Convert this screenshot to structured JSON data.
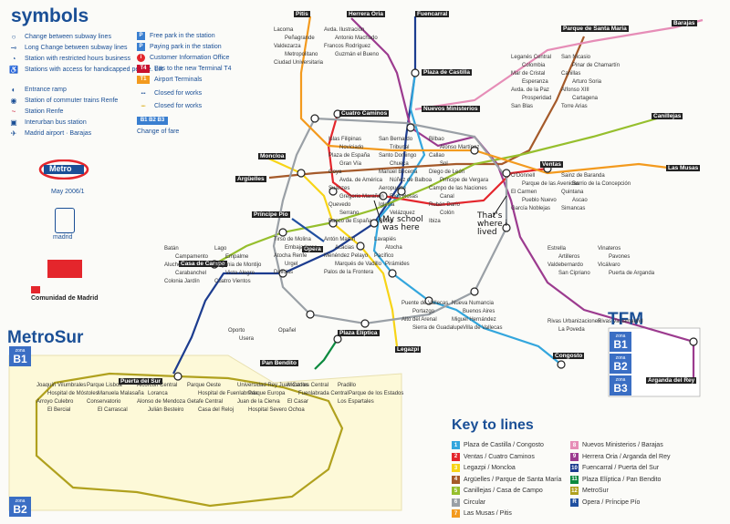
{
  "symbols": {
    "title": "symbols",
    "items": [
      {
        "icon": "station-circle-icon",
        "label": "Change between subway lines"
      },
      {
        "icon": "long-change-icon",
        "label": "Long Change between subway lines"
      },
      {
        "icon": "restricted-hours-icon",
        "label": "Station with restricted hours business"
      },
      {
        "icon": "wheelchair-icon",
        "label": "Stations with access for handicapped people. Lift"
      },
      {
        "icon": "ramp-icon",
        "label": "Entrance ramp"
      },
      {
        "icon": "renfe-circle-icon",
        "label": "Station of commuter trains Renfe"
      },
      {
        "icon": "renfe-logo-icon",
        "label": "Station Renfe"
      },
      {
        "icon": "bus-station-icon",
        "label": "Interurban bus station"
      },
      {
        "icon": "airport-icon",
        "label": "Madrid airport · Barajas"
      }
    ],
    "services": [
      {
        "icon": "P",
        "label": "Free park in the station"
      },
      {
        "icon": "P",
        "label": "Paying park in the station"
      },
      {
        "icon": "i",
        "label": "Customer Information Office"
      },
      {
        "icon": "T4",
        "label": "Bus to the new Terminal T4"
      },
      {
        "icon": "T1",
        "label": "Airport Terminals"
      },
      {
        "icon": "x",
        "label": "Closed for works"
      },
      {
        "icon": "x",
        "label": "Closed for works"
      },
      {
        "icon": "B1 B2 B3",
        "label": "Change of fare"
      }
    ]
  },
  "branding": {
    "metro": "Metro",
    "date": "May 2006/1",
    "madrid": "madrid",
    "comunidad": "Comunidad de Madrid"
  },
  "sections": {
    "metrosur": "MetroSur",
    "tfm": "TFM",
    "key": "Key to lines"
  },
  "zones": {
    "b1": "B1",
    "b2": "B2",
    "b3": "B3",
    "zone_word": "zona"
  },
  "annotations": {
    "school": "My school was here",
    "lived": "That's where i lived"
  },
  "hubs": [
    "Pitis",
    "Herrera Oria",
    "Fuencarral",
    "Parque de Santa María",
    "Barajas",
    "Plaza de Castilla",
    "Nuevos Ministerios",
    "Cuatro Caminos",
    "Moncloa",
    "Argüelles",
    "Príncipe Pío",
    "Opera",
    "Casa de Campo",
    "Ventas",
    "Canillejas",
    "Las Musas",
    "Plaza Elíptica",
    "Legazpi",
    "Pan Bendito",
    "Puerta del Sur",
    "Congosto",
    "Arganda del Rey"
  ],
  "stations": [
    "Lacoma",
    "Avda. Ilustración",
    "Peñagrande",
    "Antonio Machado",
    "Valdezarza",
    "Francos Rodríguez",
    "Metropolitano",
    "Guzmán el Bueno",
    "Ciudad Universitaria",
    "Islas Filipinas",
    "San Bernardo",
    "Bilbao",
    "Noviciado",
    "Tribunal",
    "Alonso Martínez",
    "Plaza de España",
    "Santo Domingo",
    "Callao",
    "Gran Vía",
    "Chueca",
    "Sol",
    "Tirso de Molina",
    "Antón Martín",
    "Lavapiés",
    "Embajadores",
    "Acacias",
    "Atocha",
    "Atocha Renfe",
    "Menéndez Pelayo",
    "Pacífico",
    "Puente de Vallecas",
    "Nueva Numancia",
    "Portazgo",
    "Buenos Aires",
    "Alto del Arenal",
    "Miguel Hernández",
    "Sierra de Guadalupe",
    "Villa de Vallecas",
    "Goya",
    "Manuel Becerra",
    "Diego de León",
    "Avda. de América",
    "Núñez de Balboa",
    "Príncipe de Vergara",
    "O'Donnell",
    "Sainz de Baranda",
    "Estrella",
    "Vinateros",
    "Artilleros",
    "Pavones",
    "Valdebernardo",
    "Vicálvaro",
    "San Cipriano",
    "Puerta de Arganda",
    "Rivas Urbanizaciones",
    "Rivas Vaciamadrid",
    "La Poveda",
    "Batán",
    "Lago",
    "Campamento",
    "Empalme",
    "Aluche",
    "Eugenia de Montijo",
    "Carabanchel",
    "Vista Alegre",
    "Oporto",
    "Opañel",
    "Usera",
    "Urgel",
    "Marqués de Vadillo",
    "Pirámides",
    "Delicias",
    "Palos de la Frontera",
    "Colonia Jardín",
    "Cuatro Vientos",
    "Joaquín Vilumbrales",
    "Parque Lisboa",
    "Alcorcón Central",
    "Parque Oeste",
    "Universidad Rey Juan Carlos",
    "Móstoles Central",
    "Pradillo",
    "Hospital de Móstoles",
    "Manuela Malasaña",
    "Loranca",
    "Hospital de Fuenlabrada",
    "Parque Europa",
    "Fuenlabrada Central",
    "Parque de los Estados",
    "Arroyo Culebro",
    "Conservatorio",
    "Alonso de Mendoza",
    "Getafe Central",
    "Juan de la Cierva",
    "El Casar",
    "Los Espartales",
    "El Bercial",
    "El Carrascal",
    "Julián Besteiro",
    "Casa del Reloj",
    "Hospital Severo Ochoa",
    "Leganés Central",
    "San Nicasio",
    "Colombia",
    "Pinar de Chamartín",
    "Mar de Cristal",
    "Canillas",
    "Esperanza",
    "Arturo Soria",
    "Avda. de la Paz",
    "Alfonso XIII",
    "Prosperidad",
    "Cartagena",
    "Parque de las Avenidas",
    "Barrio de la Concepción",
    "El Carmen",
    "Quintana",
    "Pueblo Nuevo",
    "Ascao",
    "García Noblejas",
    "Simancas",
    "San Blas",
    "Torre Arias",
    "Suanzes",
    "Aeropuerto",
    "Campo de las Naciones",
    "Gregorio Marañón",
    "Ríos Rosas",
    "Canal",
    "Quevedo",
    "Iglesia",
    "Rubén Darío",
    "Serrano",
    "Velázquez",
    "Colón",
    "Banco de España",
    "Retiro",
    "Ibiza"
  ],
  "key_lines": [
    {
      "num": "1",
      "color": "#33a6dd",
      "label": "Plaza de Castilla / Congosto"
    },
    {
      "num": "2",
      "color": "#e4262c",
      "label": "Ventas / Cuatro Caminos"
    },
    {
      "num": "3",
      "color": "#f7d417",
      "label": "Legazpi / Moncloa"
    },
    {
      "num": "4",
      "color": "#a55a2a",
      "label": "Argüelles / Parque de Santa María"
    },
    {
      "num": "5",
      "color": "#96bf2d",
      "label": "Canillejas / Casa de Campo"
    },
    {
      "num": "6",
      "color": "#9aa0a6",
      "label": "Circular"
    },
    {
      "num": "7",
      "color": "#f39a1e",
      "label": "Las Musas / Pitis"
    },
    {
      "num": "8",
      "color": "#e68db7",
      "label": "Nuevos Ministerios / Barajas"
    },
    {
      "num": "9",
      "color": "#9c3b8f",
      "label": "Herrera Oria / Arganda del Rey"
    },
    {
      "num": "10",
      "color": "#1c3c8f",
      "label": "Fuencarral / Puerta del Sur"
    },
    {
      "num": "11",
      "color": "#0c8a3f",
      "label": "Plaza Elíptica / Pan Bendito"
    },
    {
      "num": "12",
      "color": "#b0a11e",
      "label": "MetroSur"
    },
    {
      "num": "R",
      "color": "#1f4fa0",
      "label": "Opera / Príncipe Pío"
    }
  ]
}
